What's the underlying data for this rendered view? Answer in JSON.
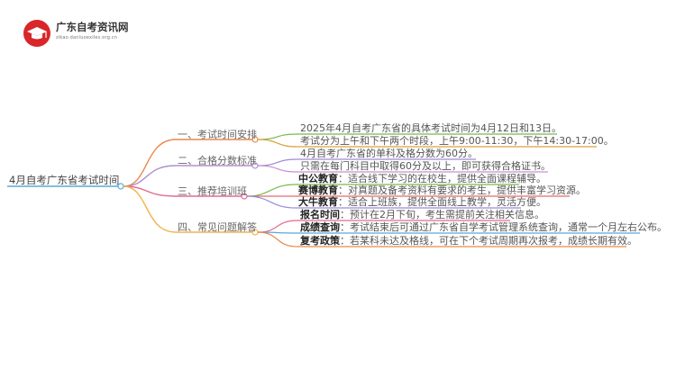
{
  "logo": {
    "title": "广东自考资讯网",
    "subtitle": "zikao.danluoexiles.org.cn",
    "icon": "graduation-cap-icon",
    "brand_color": "#d8262a"
  },
  "root": "4月自考广东省考试时间",
  "branches": [
    {
      "label": "一、考试时间安排",
      "color": "#e8894b",
      "leaves": [
        {
          "text": "2025年4月自考广东省的具体考试时间为4月12日和13日。",
          "color": "#79b94e"
        },
        {
          "text": "考试分为上午和下午两个时段，上午9:00-11:30，下午14:30-17:00。",
          "color": "#d9a23a"
        }
      ]
    },
    {
      "label": "二、合格分数标准",
      "color": "#b08fd0",
      "leaves": [
        {
          "text": "4月自考广东省的单科及格分数为60分。",
          "color": "#9b8bd9"
        },
        {
          "text": "只需在每门科目中取得60分及以上，即可获得合格证书。",
          "color": "#c98fd0"
        }
      ]
    },
    {
      "label": "三、推荐培训班",
      "color": "#e36a8c",
      "leaves": [
        {
          "bold": "中公教育",
          "text": "：适合线下学习的在校生，提供全面课程辅导。",
          "color": "#79b94e"
        },
        {
          "bold": "赛博教育",
          "text": "：对真题及备考资料有要求的考生，提供丰富学习资源。",
          "color": "#e46b6b"
        },
        {
          "bold": "大牛教育",
          "text": "：适合上班族，提供全面线上教学，灵活方便。",
          "color": "#9b8bd9"
        }
      ]
    },
    {
      "label": "四、常见问题解答",
      "color": "#f0b44a",
      "leaves": [
        {
          "bold": "报名时间",
          "text": "：预计在2月下旬，考生需提前关注相关信息。",
          "color": "#e36a8c"
        },
        {
          "bold": "成绩查询",
          "text": "：考试结束后可通过广东省自学考试管理系统查询，通常一个月左右公布。",
          "color": "#5aa8d8"
        },
        {
          "bold": "复考政策",
          "text": "：若某科未达及格线，可在下个考试周期再次报考，成绩长期有效。",
          "color": "#e8894b"
        }
      ]
    }
  ]
}
